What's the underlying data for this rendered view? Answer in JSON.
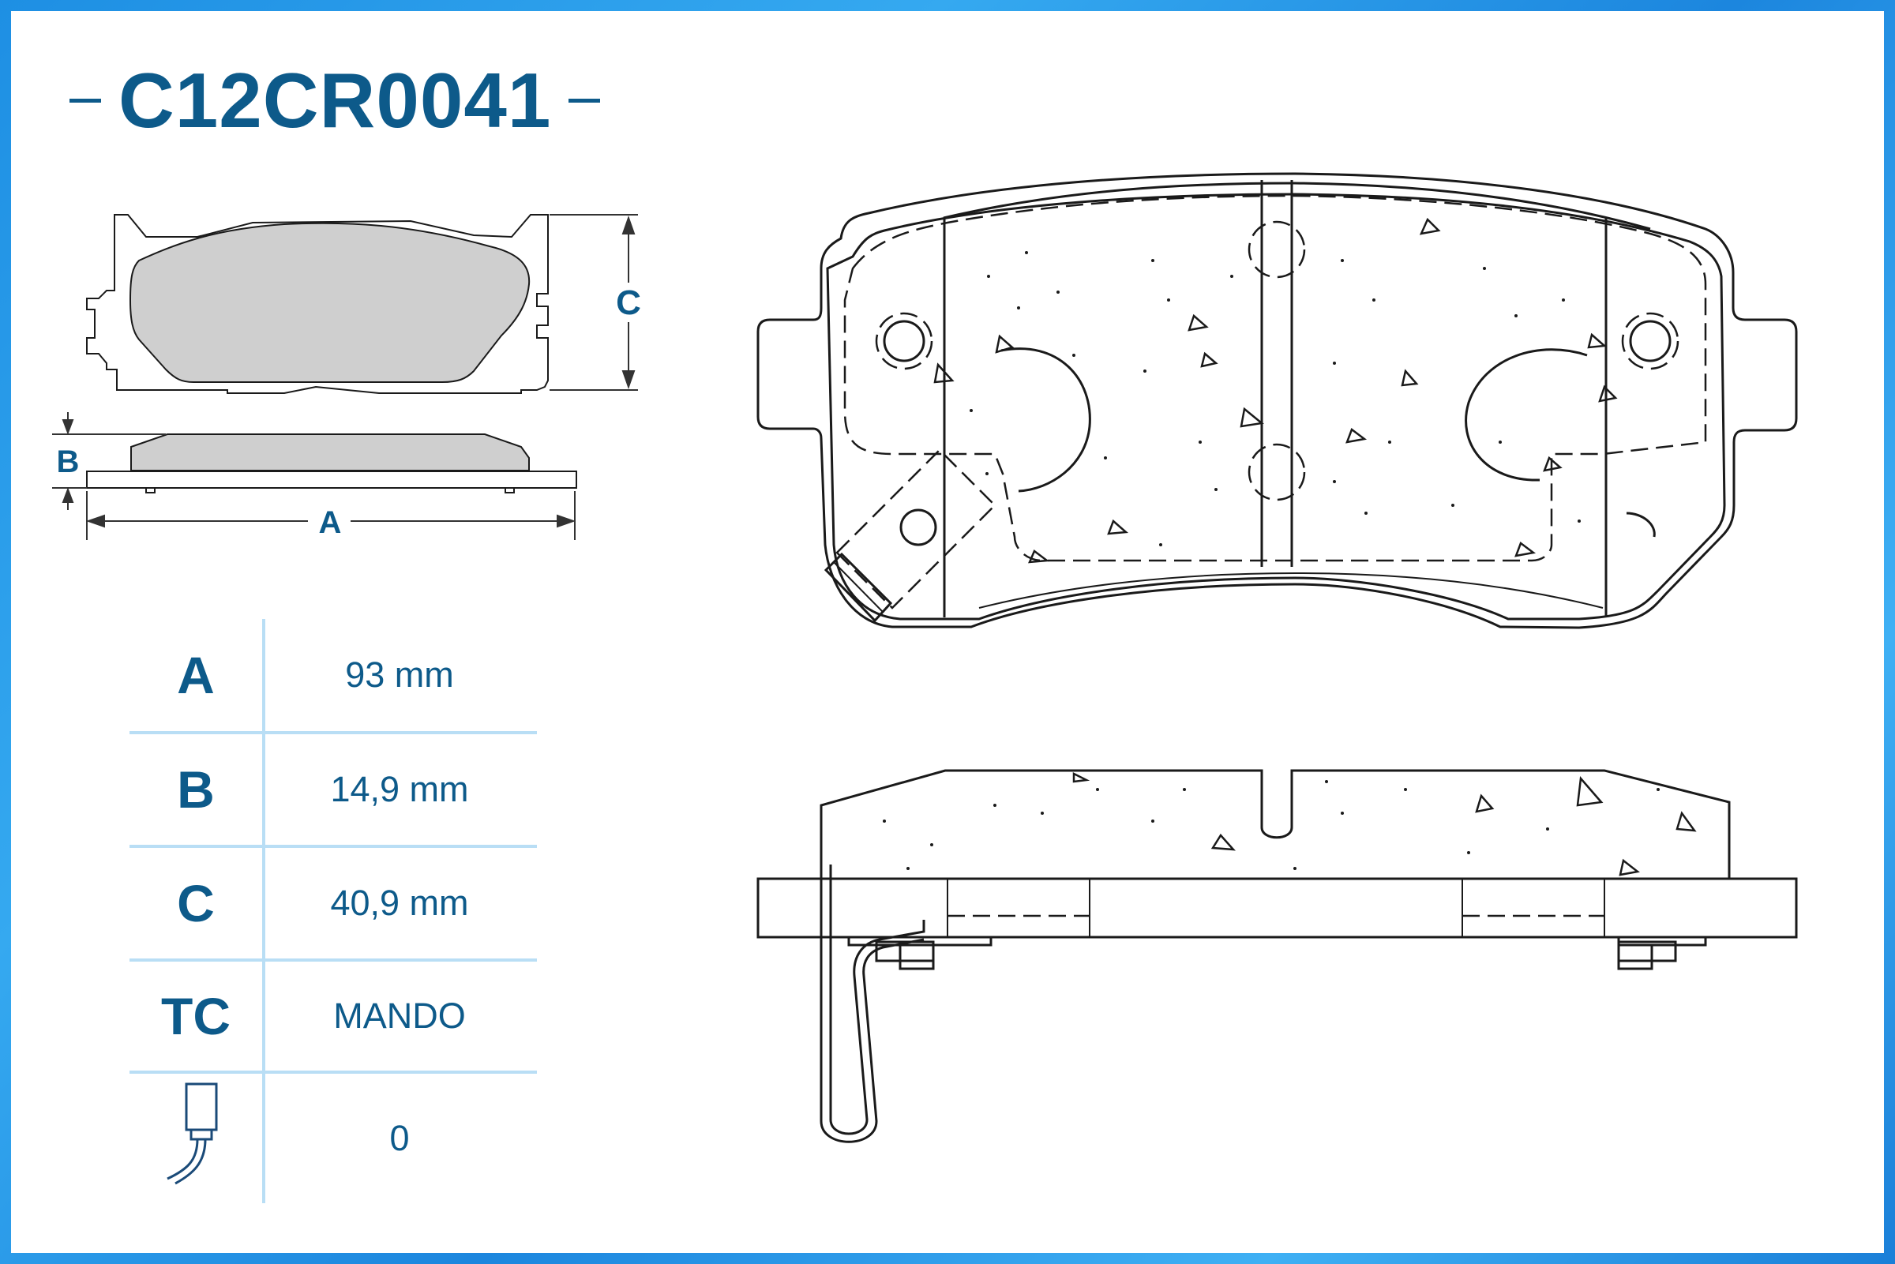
{
  "title": {
    "code": "C12CR0041"
  },
  "dimension_labels": {
    "a": "A",
    "b": "B",
    "c": "C"
  },
  "specs": [
    {
      "key": "A",
      "value": "93 mm"
    },
    {
      "key": "B",
      "value": "14,9 mm"
    },
    {
      "key": "C",
      "value": "40,9 mm"
    },
    {
      "key": "TC",
      "value": "MANDO"
    },
    {
      "key": "wear-sensor-icon",
      "value": "0"
    }
  ],
  "colors": {
    "brand_blue": "#0d5a8a",
    "separator": "#b9def5",
    "pad_fill": "#cfcfcf",
    "frame_blue": "#1e8fe3"
  }
}
